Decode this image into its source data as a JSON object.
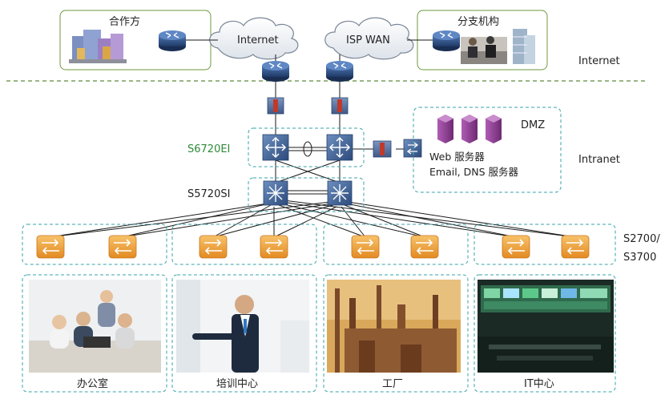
{
  "labels": {
    "partner": "合作方",
    "internet_cloud": "Internet",
    "isp_cloud": "ISP WAN",
    "branch": "分支机构",
    "zone_internet": "Internet",
    "zone_intranet": "Intranet",
    "core_switch": "S6720EI",
    "agg_switch": "S5720SI",
    "access_switch_1": "S2700/",
    "access_switch_2": "S3700",
    "dmz": "DMZ",
    "web_server": "Web 服务器",
    "email_dns_server": "Email, DNS 服务器"
  },
  "areas": [
    {
      "label": "办公室"
    },
    {
      "label": "培训中心"
    },
    {
      "label": "工厂"
    },
    {
      "label": "IT中心"
    }
  ],
  "colors": {
    "dash_green": "#5e8a3a",
    "dash_teal": "#3aa3a8",
    "router_blue": "#2d4f86",
    "switch_blue": "#4a6a9a",
    "access_orange": "#f0a23a",
    "server_purple": "#8a3c8e",
    "firewall_red": "#c0392b",
    "core_label_green": "#2f8a3a"
  },
  "icons": [
    "router-icon",
    "cloud-icon",
    "firewall-icon",
    "core-switch-icon",
    "aggregation-switch-icon",
    "access-switch-icon",
    "server-icon",
    "building-icon",
    "photo-icon"
  ]
}
